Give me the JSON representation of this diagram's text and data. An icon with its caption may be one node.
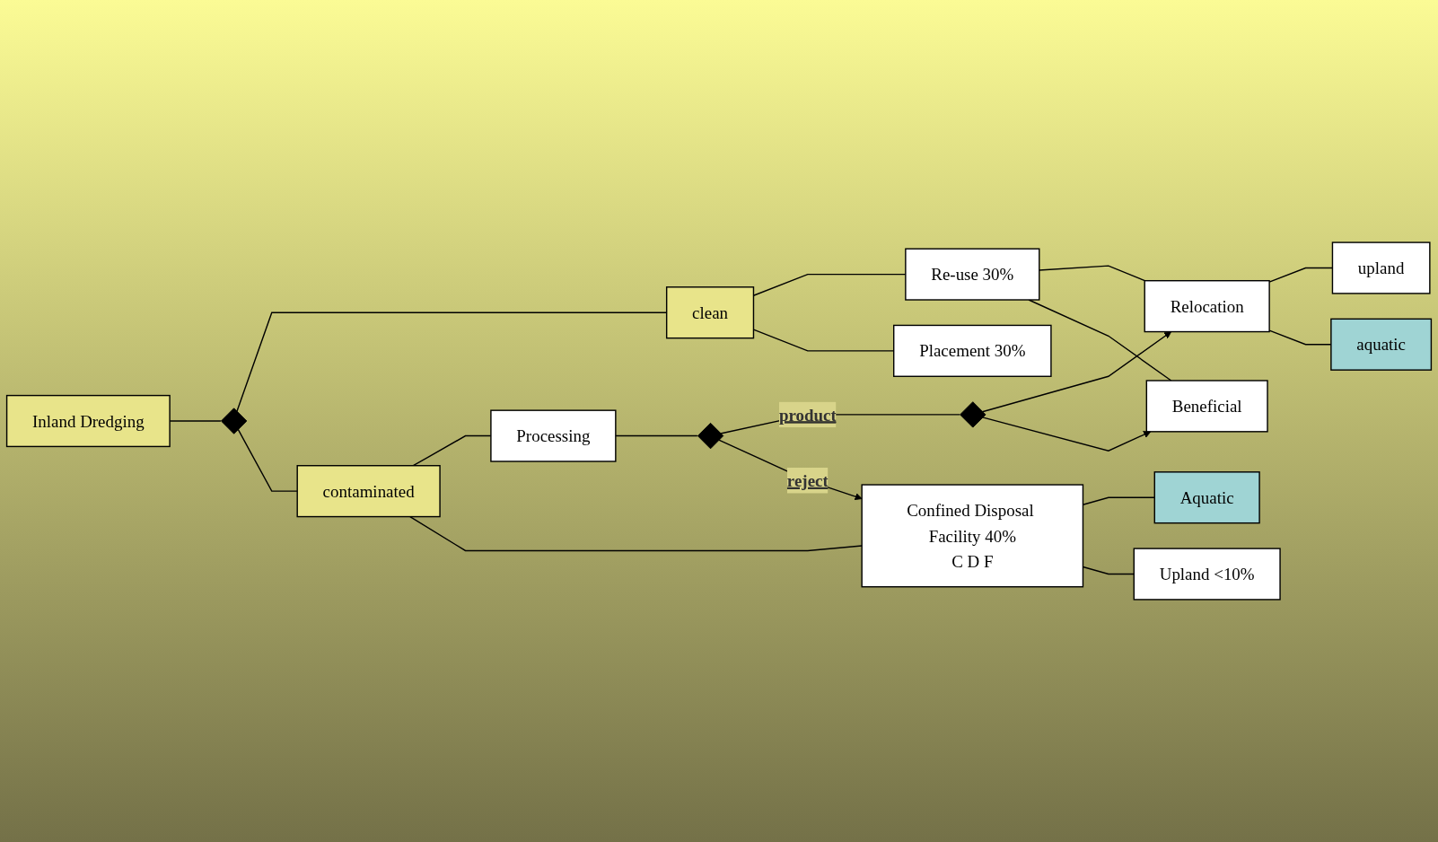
{
  "diagram": {
    "nodes": [
      {
        "text": [
          "Inland Dredging"
        ]
      },
      {
        "text": [
          "clean"
        ]
      },
      {
        "text": [
          "contaminated"
        ]
      },
      {
        "text": [
          "Re-use 30%"
        ]
      },
      {
        "text": [
          "Placement 30%"
        ]
      },
      {
        "text": [
          "Processing"
        ]
      },
      {
        "text": [
          "Relocation"
        ]
      },
      {
        "text": [
          "Beneficial"
        ]
      },
      {
        "text": [
          "upland"
        ]
      },
      {
        "text": [
          "aquatic"
        ]
      },
      {
        "text": [
          "Confined Disposal Facility 40%",
          "C D F"
        ]
      },
      {
        "text": [
          "Aquatic"
        ]
      },
      {
        "text": [
          "Upland <10%"
        ]
      },
      {
        "text": [],
        "shape": "diamond"
      },
      {
        "text": [],
        "shape": "diamond"
      },
      {
        "text": [],
        "shape": "diamond"
      }
    ],
    "edges": [
      {
        "from": 0,
        "to": 13,
        "arrow": "none"
      },
      {
        "from": 13,
        "to": 1,
        "arrow": "none"
      },
      {
        "from": 13,
        "to": 2,
        "arrow": "none"
      },
      {
        "from": 1,
        "to": 3,
        "arrow": "none"
      },
      {
        "from": 1,
        "to": 4,
        "arrow": "none"
      },
      {
        "from": 2,
        "to": 5,
        "arrow": "none"
      },
      {
        "from": 2,
        "to": 10,
        "arrow": "none"
      },
      {
        "from": 3,
        "to": 6,
        "arrow": "none"
      },
      {
        "from": 3,
        "to": 7,
        "arrow": "none"
      },
      {
        "from": 6,
        "to": 8,
        "arrow": "none"
      },
      {
        "from": 6,
        "to": 9,
        "arrow": "none"
      },
      {
        "from": 5,
        "to": 15,
        "arrow": "none"
      },
      {
        "from": 15,
        "to": 14,
        "label": "product",
        "arrow": "none"
      },
      {
        "from": 14,
        "to": 6,
        "arrow": "to"
      },
      {
        "from": 14,
        "to": 7,
        "arrow": "to"
      },
      {
        "from": 15,
        "to": 10,
        "label": "reject",
        "arrow": "to"
      },
      {
        "from": 10,
        "to": 11,
        "arrow": "none"
      },
      {
        "from": 10,
        "to": 12,
        "arrow": "none"
      }
    ]
  }
}
